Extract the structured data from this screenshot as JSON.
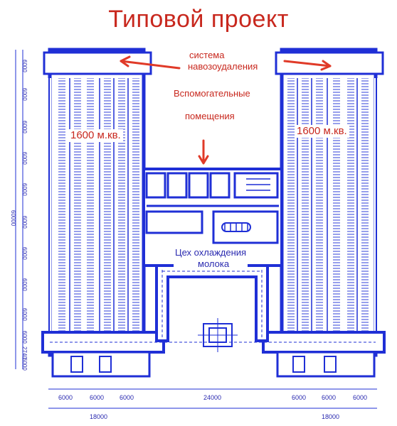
{
  "title": "Типовой проект",
  "labels": {
    "manure_system_line1": "система",
    "manure_system_line2": "навозоудаления",
    "aux_rooms_line1": "Вспомогательные",
    "aux_rooms_line2": "помещения",
    "milk_cooling_line1": "Цех охлаждения",
    "milk_cooling_line2": "молока",
    "left_wing_area": "1600 м.кв.",
    "right_wing_area": "1600 м.кв."
  },
  "dimensions": {
    "bottom_segments": [
      "6000",
      "6000",
      "6000",
      "24000",
      "6000",
      "6000",
      "6000"
    ],
    "bottom_totals": [
      "18000",
      "18000"
    ],
    "left_segments": [
      "6000",
      "6000",
      "6000",
      "6000",
      "6000",
      "6000",
      "6000",
      "6000",
      "6000",
      "6000",
      "2740",
      "6000"
    ],
    "left_total": "60000"
  },
  "colors": {
    "wall": "#1f2fd6",
    "text_red": "#c8281e",
    "arrow": "#e03a28",
    "text_blue": "#2a2ab0"
  }
}
